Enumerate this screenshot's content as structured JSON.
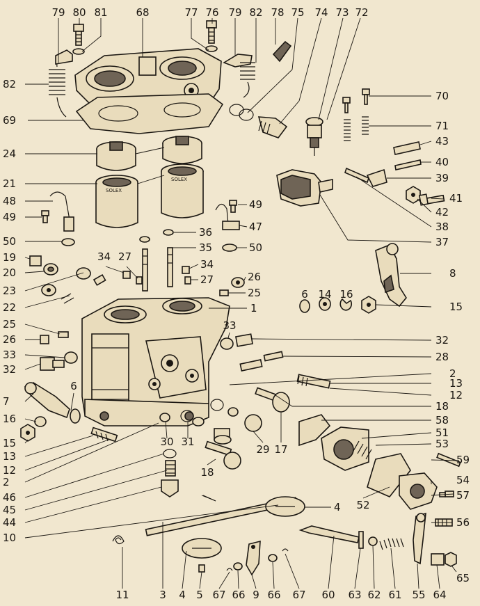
{
  "diagram": {
    "title": "",
    "brand_marks": [
      "SOLEX",
      "SOLEX"
    ],
    "callouts": [
      {
        "part": "79",
        "text": "79"
      },
      {
        "part": "80",
        "text": "80"
      },
      {
        "part": "81",
        "text": "81"
      },
      {
        "part": "68",
        "text": "68"
      },
      {
        "part": "77",
        "text": "77"
      },
      {
        "part": "76",
        "text": "76"
      },
      {
        "part": "79b",
        "text": "79"
      },
      {
        "part": "82",
        "text": "82"
      },
      {
        "part": "78",
        "text": "78"
      },
      {
        "part": "75",
        "text": "75"
      },
      {
        "part": "74",
        "text": "74"
      },
      {
        "part": "73",
        "text": "73"
      },
      {
        "part": "72",
        "text": "72"
      },
      {
        "part": "82b",
        "text": "82"
      },
      {
        "part": "70",
        "text": "70"
      },
      {
        "part": "69",
        "text": "69"
      },
      {
        "part": "71",
        "text": "71"
      },
      {
        "part": "43",
        "text": "43"
      },
      {
        "part": "24",
        "text": "24"
      },
      {
        "part": "40",
        "text": "40"
      },
      {
        "part": "39",
        "text": "39"
      },
      {
        "part": "21",
        "text": "21"
      },
      {
        "part": "41",
        "text": "41"
      },
      {
        "part": "48",
        "text": "48"
      },
      {
        "part": "49",
        "text": "49"
      },
      {
        "part": "49b",
        "text": "49"
      },
      {
        "part": "42",
        "text": "42"
      },
      {
        "part": "47",
        "text": "47"
      },
      {
        "part": "38",
        "text": "38"
      },
      {
        "part": "36",
        "text": "36"
      },
      {
        "part": "50",
        "text": "50"
      },
      {
        "part": "37",
        "text": "37"
      },
      {
        "part": "35",
        "text": "35"
      },
      {
        "part": "50b",
        "text": "50"
      },
      {
        "part": "19",
        "text": "19"
      },
      {
        "part": "34",
        "text": "34"
      },
      {
        "part": "27",
        "text": "27"
      },
      {
        "part": "20",
        "text": "20"
      },
      {
        "part": "34b",
        "text": "34"
      },
      {
        "part": "8",
        "text": "8"
      },
      {
        "part": "26",
        "text": "26"
      },
      {
        "part": "27b",
        "text": "27"
      },
      {
        "part": "23",
        "text": "23"
      },
      {
        "part": "25",
        "text": "25"
      },
      {
        "part": "6",
        "text": "6"
      },
      {
        "part": "14",
        "text": "14"
      },
      {
        "part": "16",
        "text": "16"
      },
      {
        "part": "22",
        "text": "22"
      },
      {
        "part": "1",
        "text": "1"
      },
      {
        "part": "15",
        "text": "15"
      },
      {
        "part": "25b",
        "text": "25"
      },
      {
        "part": "33",
        "text": "33"
      },
      {
        "part": "26b",
        "text": "26"
      },
      {
        "part": "32",
        "text": "32"
      },
      {
        "part": "33b",
        "text": "33"
      },
      {
        "part": "28",
        "text": "28"
      },
      {
        "part": "32b",
        "text": "32"
      },
      {
        "part": "2",
        "text": "2"
      },
      {
        "part": "6b",
        "text": "6"
      },
      {
        "part": "13",
        "text": "13"
      },
      {
        "part": "7",
        "text": "7"
      },
      {
        "part": "12",
        "text": "12"
      },
      {
        "part": "18",
        "text": "18"
      },
      {
        "part": "16b",
        "text": "16"
      },
      {
        "part": "58",
        "text": "58"
      },
      {
        "part": "15b",
        "text": "15"
      },
      {
        "part": "30",
        "text": "30"
      },
      {
        "part": "31",
        "text": "31"
      },
      {
        "part": "29",
        "text": "29"
      },
      {
        "part": "17",
        "text": "17"
      },
      {
        "part": "51",
        "text": "51"
      },
      {
        "part": "13b",
        "text": "13"
      },
      {
        "part": "53",
        "text": "53"
      },
      {
        "part": "59",
        "text": "59"
      },
      {
        "part": "18b",
        "text": "18"
      },
      {
        "part": "12b",
        "text": "12"
      },
      {
        "part": "2b",
        "text": "2"
      },
      {
        "part": "54",
        "text": "54"
      },
      {
        "part": "46",
        "text": "46"
      },
      {
        "part": "52",
        "text": "52"
      },
      {
        "part": "57",
        "text": "57"
      },
      {
        "part": "45",
        "text": "45"
      },
      {
        "part": "4",
        "text": "4"
      },
      {
        "part": "44",
        "text": "44"
      },
      {
        "part": "56",
        "text": "56"
      },
      {
        "part": "10",
        "text": "10"
      },
      {
        "part": "11",
        "text": "11"
      },
      {
        "part": "3",
        "text": "3"
      },
      {
        "part": "4b",
        "text": "4"
      },
      {
        "part": "5",
        "text": "5"
      },
      {
        "part": "67",
        "text": "67"
      },
      {
        "part": "66",
        "text": "66"
      },
      {
        "part": "9",
        "text": "9"
      },
      {
        "part": "66b",
        "text": "66"
      },
      {
        "part": "67b",
        "text": "67"
      },
      {
        "part": "60",
        "text": "60"
      },
      {
        "part": "63",
        "text": "63"
      },
      {
        "part": "62",
        "text": "62"
      },
      {
        "part": "61",
        "text": "61"
      },
      {
        "part": "55",
        "text": "55"
      },
      {
        "part": "64",
        "text": "64"
      },
      {
        "part": "65",
        "text": "65"
      }
    ]
  },
  "colors": {
    "paper": "#f1e7cf",
    "ink": "#1b1712"
  }
}
